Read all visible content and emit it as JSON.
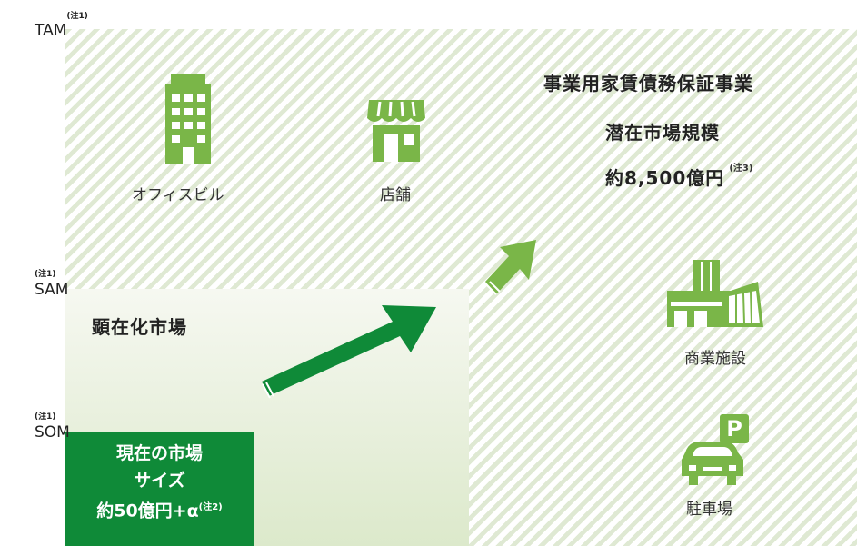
{
  "levels": {
    "tam": {
      "label": "TAM",
      "note": "(注1)"
    },
    "sam": {
      "label": "SAM",
      "note": "(注1)"
    },
    "som": {
      "label": "SOM",
      "note": "(注1)"
    }
  },
  "tam_headline": {
    "line1": "事業用家賃債務保証事業",
    "line2": "潜在市場規模",
    "line3": "約8,500億円",
    "note": "(注3)"
  },
  "sam_headline": "顕在化市場",
  "som_text": {
    "line1": "現在の市場",
    "line2": "サイズ",
    "line3": "約50億円+α",
    "note": "(注2)"
  },
  "items": [
    {
      "icon": "office-building-icon",
      "label": "オフィスビル"
    },
    {
      "icon": "store-icon",
      "label": "店舗"
    },
    {
      "icon": "commercial-facility-icon",
      "label": "商業施設"
    },
    {
      "icon": "parking-icon",
      "label": "駐車場"
    }
  ],
  "parking_sign": "P",
  "colors": {
    "dark_green": "#0f8a38",
    "light_green": "#7ab648",
    "stripe": "#dfe9d3"
  }
}
